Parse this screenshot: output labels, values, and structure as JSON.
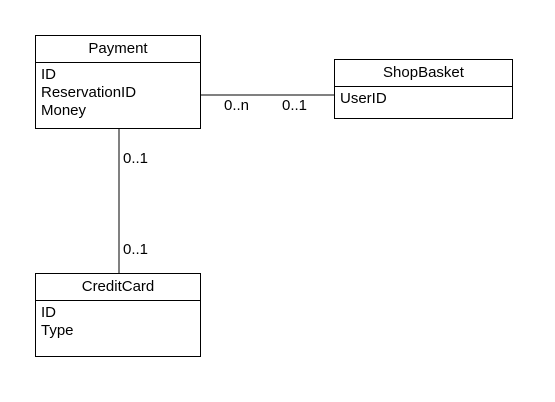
{
  "classes": {
    "payment": {
      "name": "Payment",
      "attributes": [
        "ID",
        "ReservationID",
        "Money"
      ]
    },
    "shop_basket": {
      "name": "ShopBasket",
      "attributes": [
        "UserID"
      ]
    },
    "credit_card": {
      "name": "CreditCard",
      "attributes": [
        "ID",
        "Type"
      ]
    }
  },
  "associations": {
    "payment_shopbasket": {
      "payment_end": "0..n",
      "shopbasket_end": "0..1"
    },
    "payment_creditcard": {
      "payment_end": "0..1",
      "creditcard_end": "0..1"
    }
  }
}
